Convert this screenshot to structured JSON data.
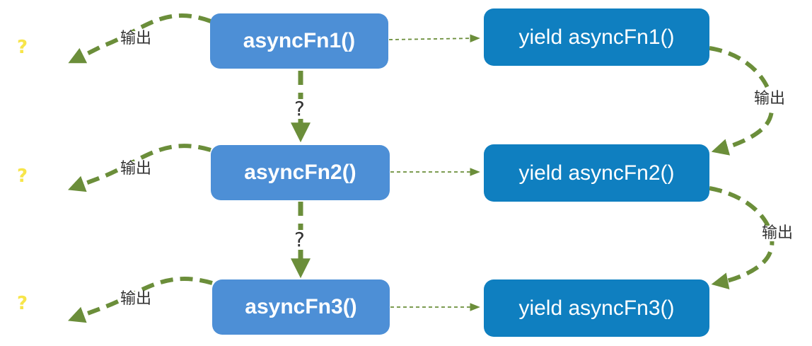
{
  "async_nodes": [
    "asyncFn1()",
    "asyncFn2()",
    "asyncFn3()"
  ],
  "yield_nodes": [
    "yield asyncFn1()",
    "yield asyncFn2()",
    "yield asyncFn3()"
  ],
  "output_label": "输出",
  "question_mark": "?",
  "colors": {
    "async_fill": "#4d8fd6",
    "yield_fill": "#0f7fc0",
    "arrow_green": "#6b8e3a",
    "question_yellow": "#f7e54a"
  }
}
